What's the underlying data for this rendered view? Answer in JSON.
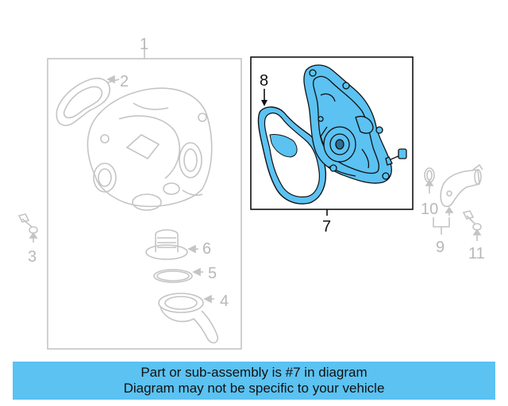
{
  "callouts": {
    "c1": "1",
    "c2": "2",
    "c3": "3",
    "c4": "4",
    "c5": "5",
    "c6": "6",
    "c7": "7",
    "c8": "8",
    "c9": "9",
    "c10": "10",
    "c11": "11"
  },
  "banner": {
    "line1": "Part or sub-assembly is #7 in diagram",
    "line2": "Diagram may not be specific to your vehicle"
  },
  "colors": {
    "highlight": "#5bc2f2",
    "faded_part": "#c4c4c4",
    "outline": "#111111"
  }
}
